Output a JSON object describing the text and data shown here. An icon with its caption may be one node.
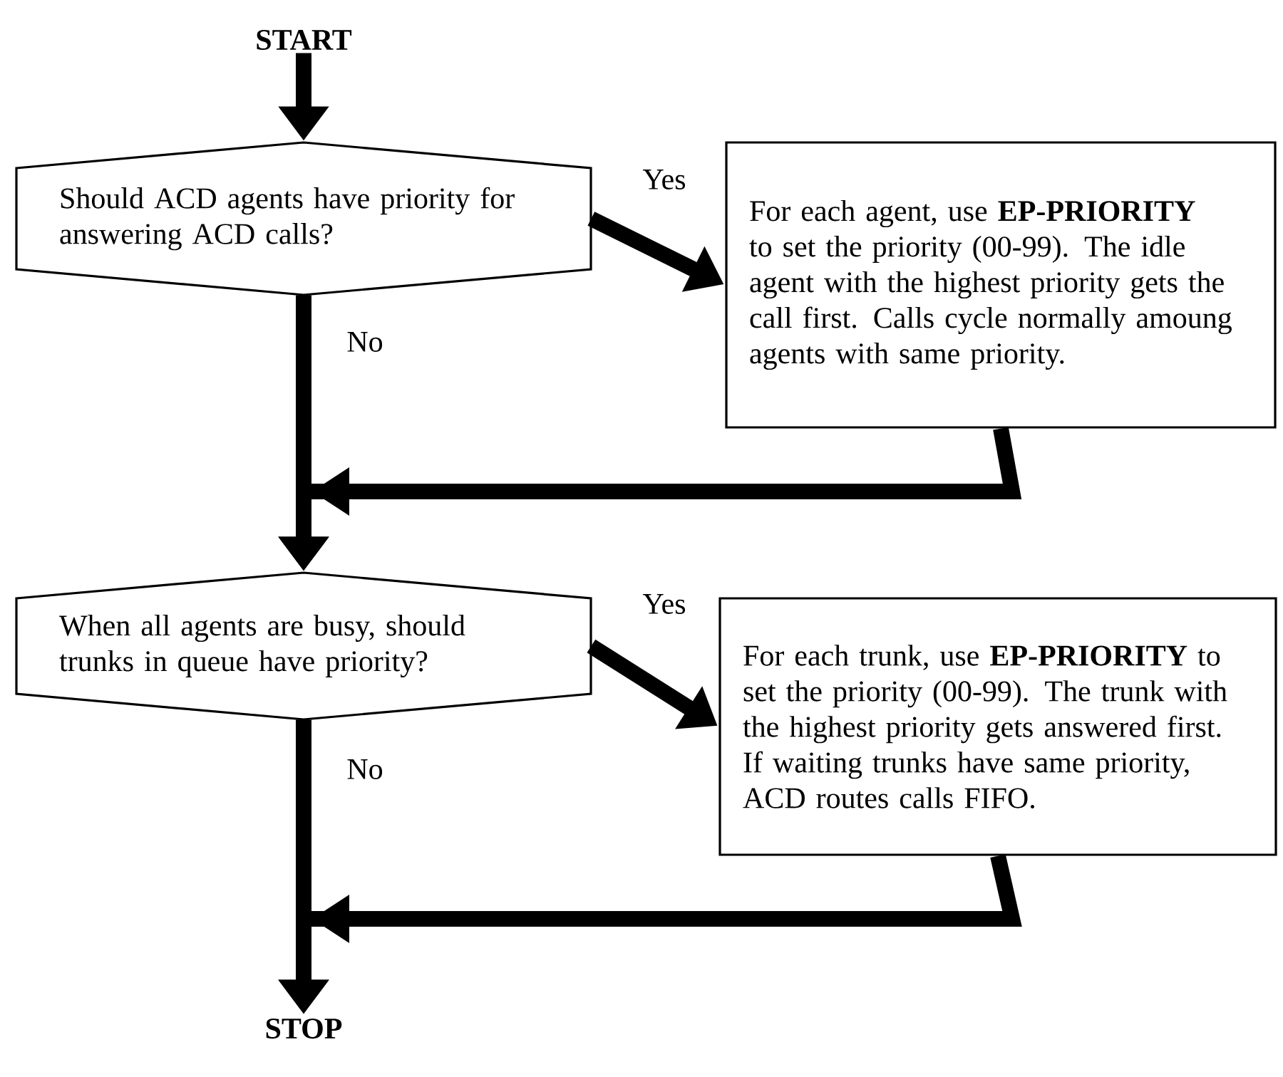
{
  "diagram": {
    "nodes": [
      {
        "text": [
          "START"
        ]
      },
      {
        "text": [
          "Should ACD agents have priority for answering ACD calls?"
        ]
      },
      {
        "text": [
          "For each agent, use **EP-PRIORITY** to set the priority (00-99). The idle agent with the highest priority gets the call first. Calls cycle normally amoung agents with same priority."
        ]
      },
      {
        "text": [
          "When all agents are busy, should trunks in queue have priority?"
        ]
      },
      {
        "text": [
          "For each trunk, use **EP-PRIORITY** to set the priority (00-99). The trunk with the highest priority gets answered first. If waiting trunks have same priority, ACD routes calls FIFO."
        ]
      },
      {
        "text": [
          "STOP"
        ]
      }
    ],
    "edges": [
      {
        "from": 0,
        "to": 1,
        "arrow": "to"
      },
      {
        "from": 1,
        "to": 2,
        "arrow": "to",
        "label": "Yes"
      },
      {
        "from": 1,
        "to": 3,
        "arrow": "to",
        "label": "No"
      },
      {
        "from": 2,
        "to": 3,
        "arrow": "to"
      },
      {
        "from": 3,
        "to": 4,
        "arrow": "to",
        "label": "Yes"
      },
      {
        "from": 3,
        "to": 5,
        "arrow": "to",
        "label": "No"
      },
      {
        "from": 4,
        "to": 5,
        "arrow": "to"
      }
    ]
  }
}
